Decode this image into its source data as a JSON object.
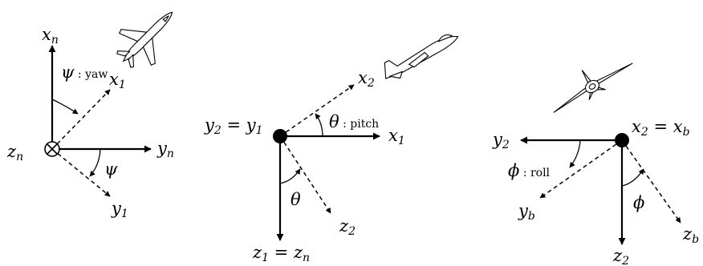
{
  "panels": [
    {
      "id": "yaw",
      "labels": {
        "x_axis": "x",
        "x_axis_sub": "n",
        "y_axis": "y",
        "y_axis_sub": "n",
        "z_axis": "z",
        "z_axis_sub": "n",
        "x1_axis": "x",
        "x1_axis_sub": "1",
        "y1_axis": "y",
        "y1_axis_sub": "1",
        "angle_symbol": "ψ",
        "angle_caption_symbol": "ψ",
        "angle_caption_text": " : yaw"
      }
    },
    {
      "id": "pitch",
      "labels": {
        "eq_left": "y",
        "eq_left_sub": "2",
        "eq_sign": " = ",
        "eq_right": "y",
        "eq_right_sub": "1",
        "x1_axis": "x",
        "x1_axis_sub": "1",
        "x2_axis": "x",
        "x2_axis_sub": "2",
        "z2_axis": "z",
        "z2_axis_sub": "2",
        "angle_symbol": "θ",
        "angle_caption_symbol": "θ",
        "angle_caption_text": " : pitch",
        "bottom_left": "z",
        "bottom_left_sub": "1",
        "bottom_sign": " = ",
        "bottom_right": "z",
        "bottom_right_sub": "n"
      }
    },
    {
      "id": "roll",
      "labels": {
        "eq_left": "x",
        "eq_left_sub": "2",
        "eq_sign": " = ",
        "eq_right": "x",
        "eq_right_sub": "b",
        "y2_axis": "y",
        "y2_axis_sub": "2",
        "yb_axis": "y",
        "yb_axis_sub": "b",
        "z2_axis": "z",
        "z2_axis_sub": "2",
        "zb_axis": "z",
        "zb_axis_sub": "b",
        "angle_symbol": "ϕ",
        "angle_caption_symbol": "ϕ",
        "angle_caption_text": " : roll"
      }
    }
  ]
}
